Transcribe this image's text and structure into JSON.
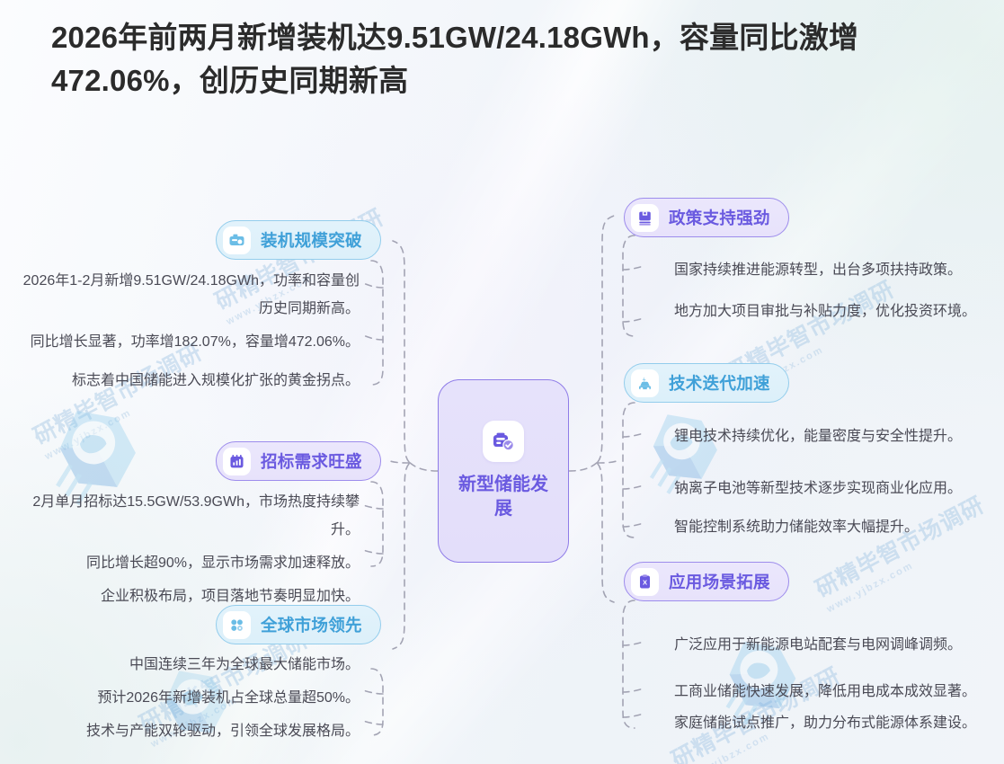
{
  "header": {
    "title": "2026年前两月新增装机达9.51GW/24.18GWh，容量同比激增472.06%，创历史同期新高"
  },
  "watermark": {
    "text": "研精毕智市场调研",
    "url": "www.yjbzx.com"
  },
  "colors": {
    "purple": "#6a5ae0",
    "purple_border": "#9d8cec",
    "purple_fill": "#e9e4fb",
    "blue": "#3fa0d8",
    "blue_border": "#93cdec",
    "blue_fill": "#dff1fb",
    "text": "#4a4a55",
    "title": "#2b2b2b",
    "connector": "#8d8da0"
  },
  "mindmap": {
    "center": {
      "label": "新型储能发展",
      "icon": "battery-check-icon"
    },
    "branches": [
      {
        "id": "installed-capacity",
        "label": "装机规模突破",
        "icon": "camera-chart-icon",
        "theme": "blue",
        "side": "left",
        "items": [
          "2026年1-2月新增9.51GW/24.18GWh，功率和容量创历史同期新高。",
          "同比增长显著，功率增182.07%，容量增472.06%。",
          "标志着中国储能进入规模化扩张的黄金拐点。"
        ]
      },
      {
        "id": "tender-demand",
        "label": "招标需求旺盛",
        "icon": "bar-chart-icon",
        "theme": "purple",
        "side": "left",
        "items": [
          "2月单月招标达15.5GW/53.9GWh，市场热度持续攀升。",
          "同比增长超90%，显示市场需求加速释放。",
          "企业积极布局，项目落地节奏明显加快。"
        ]
      },
      {
        "id": "global-leadership",
        "label": "全球市场领先",
        "icon": "grid-dots-icon",
        "theme": "blue",
        "side": "left",
        "items": [
          "中国连续三年为全球最大储能市场。",
          "预计2026年新增装机占全球总量超50%。",
          "技术与产能双轮驱动，引领全球发展格局。"
        ]
      },
      {
        "id": "policy-support",
        "label": "政策支持强劲",
        "icon": "book-save-icon",
        "theme": "purple",
        "side": "right",
        "items": [
          "国家持续推进能源转型，出台多项扶持政策。",
          "地方加大项目审批与补贴力度，优化投资环境。"
        ]
      },
      {
        "id": "tech-iteration",
        "label": "技术迭代加速",
        "icon": "electric-car-icon",
        "theme": "blue",
        "side": "right",
        "items": [
          "锂电技术持续优化，能量密度与安全性提升。",
          "钠离子电池等新型技术逐步实现商业化应用。",
          "智能控制系统助力储能效率大幅提升。"
        ]
      },
      {
        "id": "application-scenarios",
        "label": "应用场景拓展",
        "icon": "clipboard-doc-icon",
        "theme": "purple",
        "side": "right",
        "items": [
          "广泛应用于新能源电站配套与电网调峰调频。",
          "工商业储能快速发展，降低用电成本成效显著。",
          "家庭储能试点推广，助力分布式能源体系建设。"
        ]
      }
    ]
  }
}
